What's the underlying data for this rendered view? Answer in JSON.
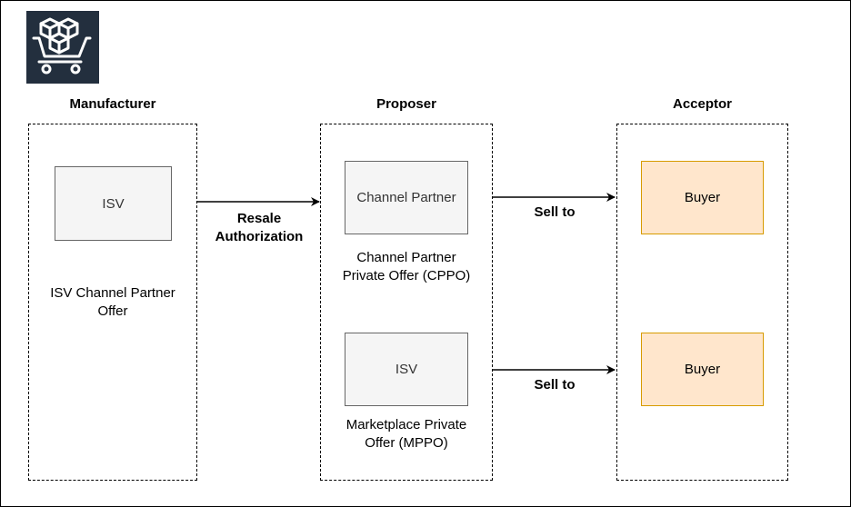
{
  "logo": {
    "icon": "marketplace-cart-icon",
    "background": "#232f3e"
  },
  "columns": {
    "manufacturer": "Manufacturer",
    "proposer": "Proposer",
    "acceptor": "Acceptor"
  },
  "nodes": {
    "isv_manufacturer": "ISV",
    "channel_partner": "Channel Partner",
    "isv_proposer": "ISV",
    "buyer_1": "Buyer",
    "buyer_2": "Buyer"
  },
  "captions": {
    "isv_offer_line1": "ISV Channel Partner",
    "isv_offer_line2": "Offer",
    "cppo_line1": "Channel Partner",
    "cppo_line2": "Private Offer (CPPO)",
    "mppo_line1": "Marketplace Private",
    "mppo_line2": "Offer (MPPO)"
  },
  "edges": {
    "resale_line1": "Resale",
    "resale_line2": "Authorization",
    "sell_to_1": "Sell to",
    "sell_to_2": "Sell to"
  },
  "colors": {
    "grey_fill": "#f5f5f5",
    "grey_stroke": "#666666",
    "orange_fill": "#ffe6cc",
    "orange_stroke": "#d79b00"
  }
}
